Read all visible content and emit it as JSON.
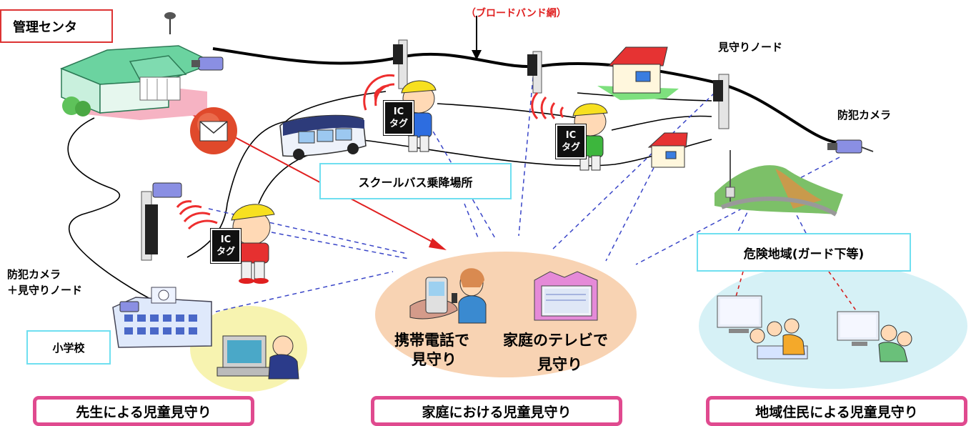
{
  "labels": {
    "center": "管理センタ",
    "broadband": "（ブロードバンド網）",
    "node": "見守りノード",
    "camera": "防犯カメラ",
    "camera_node_1": "防犯カメラ",
    "camera_node_2": "＋見守りノード",
    "school": "小学校",
    "busstop": "スクールバス乗降場所",
    "danger": "危険地域(ガード下等)",
    "phone_1": "携帯電話で",
    "phone_2": "見守り",
    "tv_1": "家庭のテレビで",
    "tv_2": "見守り"
  },
  "ic_tags": [
    {
      "line1": "IC",
      "line2": "タグ"
    },
    {
      "line1": "IC",
      "line2": "タグ"
    },
    {
      "line1": "IC",
      "line2": "タグ"
    }
  ],
  "bottom_bars": {
    "teachers": "先生による児童見守り",
    "home": "家庭における児童見守り",
    "community": "地域住民による児童見守り"
  }
}
